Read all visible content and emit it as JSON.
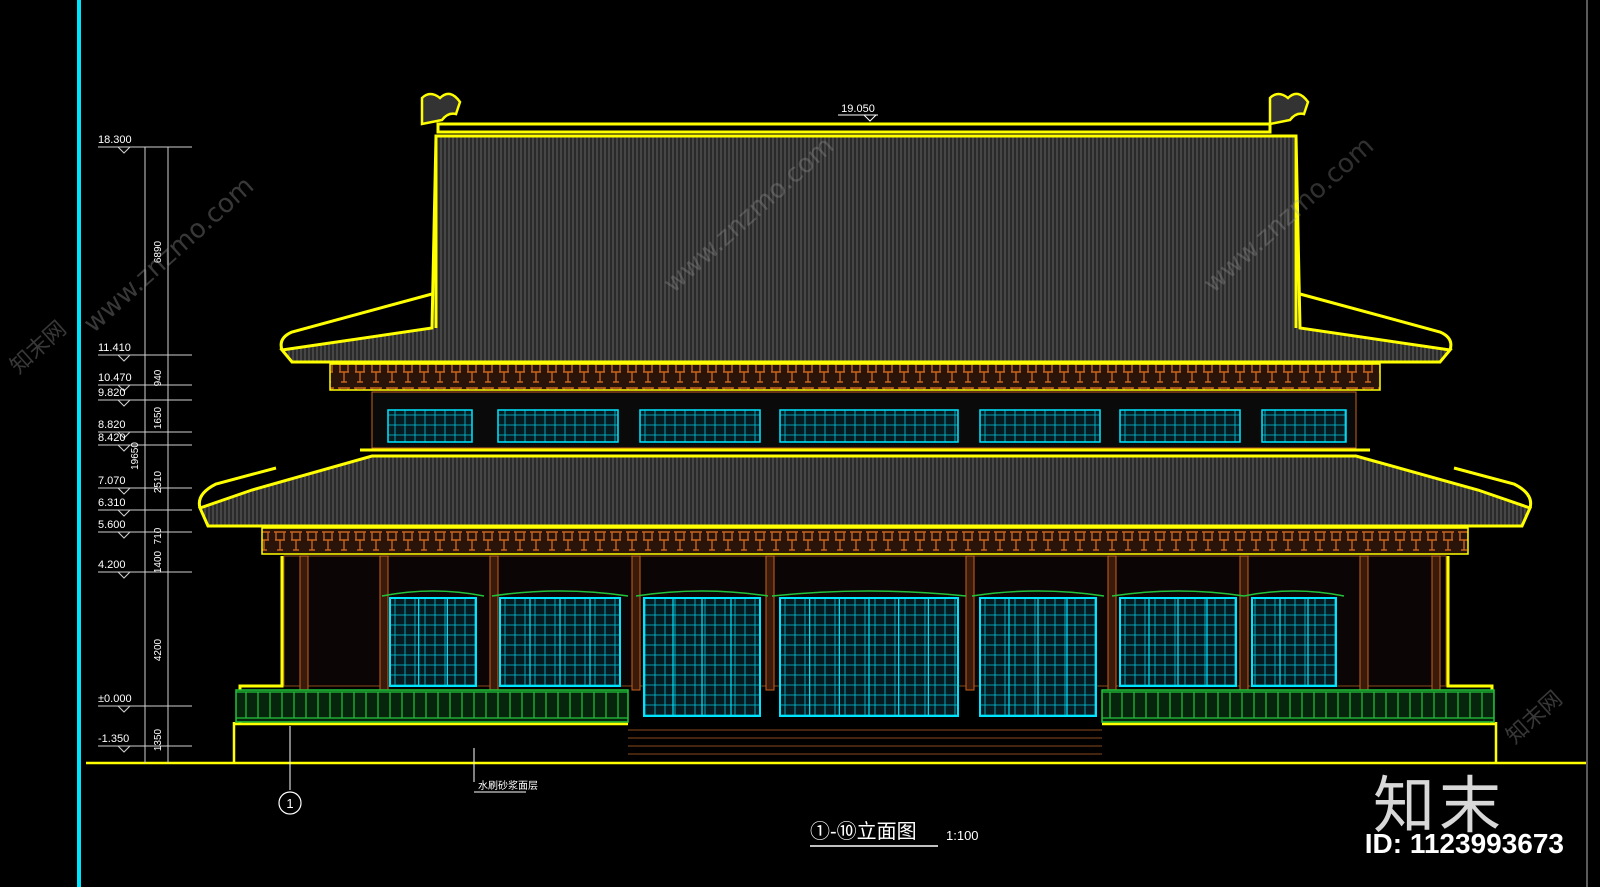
{
  "drawing": {
    "ridge_elevation": "19.050",
    "elevation_marks": [
      "18.300",
      "11.410",
      "10.470",
      "9.820",
      "8.820",
      "8.420",
      "7.070",
      "6.310",
      "5.600",
      "4.200",
      "±0.000",
      "-1.350"
    ],
    "segment_dims": [
      "6890",
      "940",
      "1650",
      "2510",
      "710",
      "1400",
      "4200",
      "1350"
    ],
    "overall_dim": "19650",
    "axis_label": "1",
    "note": "水刷砂浆面层",
    "title": "①-⑩立面图",
    "scale": "1:100"
  },
  "watermark": {
    "brand": "知末",
    "site": "www.znzmo.com",
    "id_text": "ID: 1123993673",
    "side_text": "知末网"
  },
  "colors": {
    "background": "#000000",
    "outline": "#ffff00",
    "roof_fill": "#2b2b2b",
    "roof_line": "#6e6e6e",
    "bracket": "#c8631e",
    "window": "#00e5ff",
    "railing": "#22c33a",
    "frame_bar": "#00e5ff",
    "dim_line": "#ffffff"
  }
}
